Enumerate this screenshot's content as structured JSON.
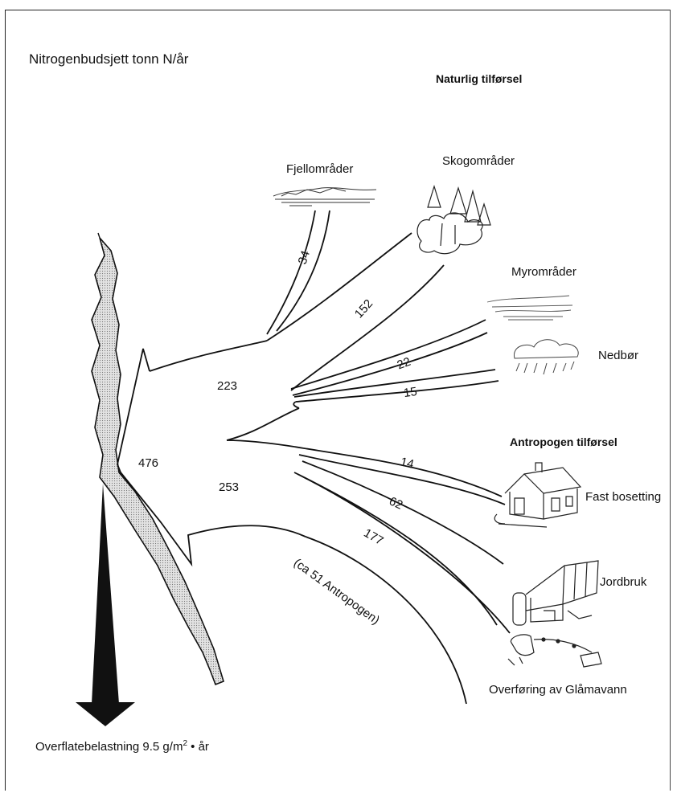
{
  "title": "Nitrogenbudsjett tonn N/år",
  "headings": {
    "natural": "Naturlig tilførsel",
    "anthropogenic": "Antropogen tilførsel"
  },
  "sources": {
    "fjell": "Fjellområder",
    "skog": "Skogområder",
    "myr": "Myrområder",
    "nedbor": "Nedbør",
    "bosetting": "Fast bosetting",
    "jordbruk": "Jordbruk",
    "glamavann": "Overføring av Glåmavann"
  },
  "flows": {
    "fjell": "34",
    "skog": "152",
    "myr": "22",
    "nedbor": "15",
    "natural_total": "223",
    "total": "476",
    "anthro_total": "253",
    "bosetting": "14",
    "jordbruk": "62",
    "glamavann": "177",
    "glamavann_note": "(ca 51 Antropogen)"
  },
  "outflow": {
    "label_prefix": "Overflatebelastning 9.5 g/m",
    "label_sup": "2",
    "label_suffix": " • år"
  }
}
